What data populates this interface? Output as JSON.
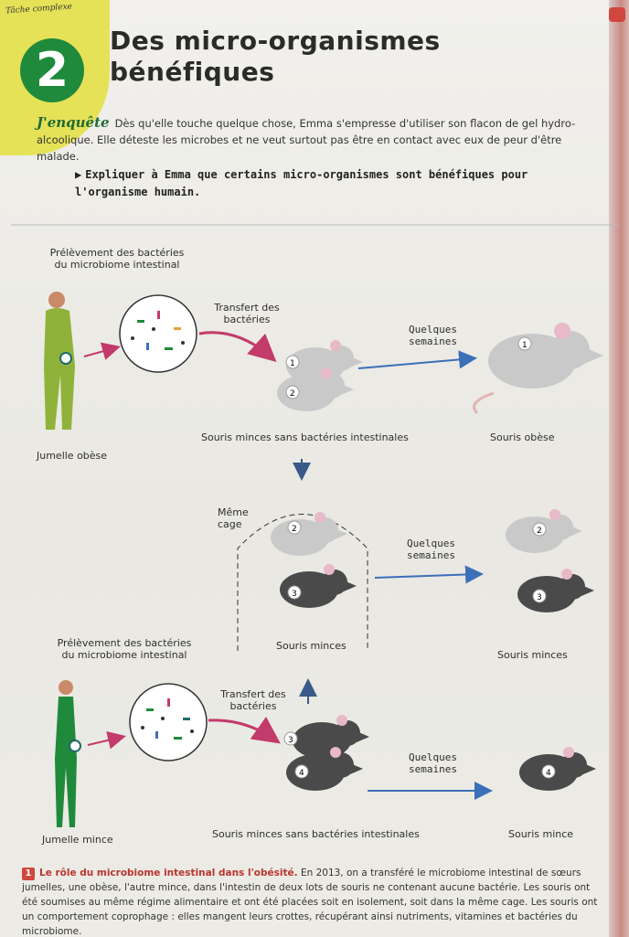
{
  "corner_tag": "Tâche complexe",
  "section_number": "2",
  "title_line1": "Des micro-organismes",
  "title_line2": "bénéfiques",
  "enquete_label": "J'enquête",
  "intro_text": "Dès qu'elle touche quelque chose, Emma s'empresse d'utiliser son flacon de gel hydro-alcoolique. Elle déteste les microbes et ne veut surtout pas être en contact avec eux de peur d'être malade.",
  "task_text": "Expliquer à Emma que certains micro-organismes sont bénéfiques pour l'organisme humain.",
  "diagram": {
    "top": {
      "sample_label_l1": "Prélèvement des bactéries",
      "sample_label_l2": "du microbiome intestinal",
      "transfer_l1": "Transfert des",
      "transfer_l2": "bactéries",
      "weeks_l1": "Quelques",
      "weeks_l2": "semaines",
      "twin_label": "Jumelle obèse",
      "mice_label": "Souris minces sans bactéries intestinales",
      "result_label": "Souris obèse",
      "mouse1": "1",
      "mouse2": "2"
    },
    "middle": {
      "cage_l1": "Même",
      "cage_l2": "cage",
      "weeks_l1": "Quelques",
      "weeks_l2": "semaines",
      "mice_label": "Souris minces",
      "result_label": "Souris minces",
      "mouse2": "2",
      "mouse3": "3"
    },
    "bottom": {
      "sample_label_l1": "Prélèvement des bactéries",
      "sample_label_l2": "du microbiome intestinal",
      "transfer_l1": "Transfert des",
      "transfer_l2": "bactéries",
      "weeks_l1": "Quelques",
      "weeks_l2": "semaines",
      "twin_label": "Jumelle mince",
      "mice_label": "Souris minces sans bactéries intestinales",
      "result_label": "Souris mince",
      "mouse3": "3",
      "mouse4": "4"
    }
  },
  "caption": {
    "badge": "1",
    "title": "Le rôle du microbiome intestinal dans l'obésité.",
    "text": "En 2013, on a transféré le microbiome intestinal de sœurs jumelles, une obèse, l'autre mince, dans l'intestin de deux lots de souris ne contenant aucune bactérie. Les souris ont été soumises au même régime alimentaire et ont été placées soit en isolement, soit dans la même cage. Les souris ont un comportement coprophage : elles mangent leurs crottes, récupérant ainsi nutriments, vitamines et bactéries du microbiome."
  },
  "colors": {
    "green": "#8fb33a",
    "dark_green": "#1f8a3b",
    "teal": "#1f6b6b",
    "pink_arrow": "#c23b6a",
    "blue_arrow": "#3b6fb8",
    "light_mouse": "#c9c9c9",
    "dark_mouse": "#4a4a4a",
    "accent_red": "#d1463e"
  }
}
